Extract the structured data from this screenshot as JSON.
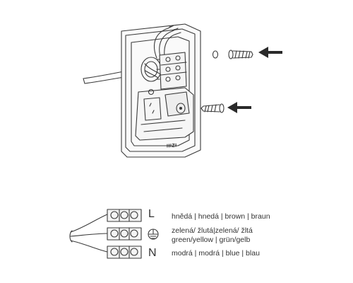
{
  "diagram": {
    "colors": {
      "line": "#3a3a3a",
      "text": "#333333",
      "bg": "#ffffff"
    },
    "icons": [
      "wall-box-socket",
      "terminal-block",
      "wire-cable",
      "screw",
      "washer",
      "arrow-left",
      "ground-symbol"
    ],
    "housing_marking": "IIIZI",
    "terminals": [
      {
        "letter": "L",
        "wire_colors": "hnědá | hnedá | brown | braun"
      },
      {
        "letter": "",
        "wire_colors_line1": "zelená/ žlutá|zelená/ žltá",
        "wire_colors_line2": "green/yellow | grün/gelb"
      },
      {
        "letter": "N",
        "wire_colors": "modrá | modrá | blue | blau"
      }
    ]
  }
}
